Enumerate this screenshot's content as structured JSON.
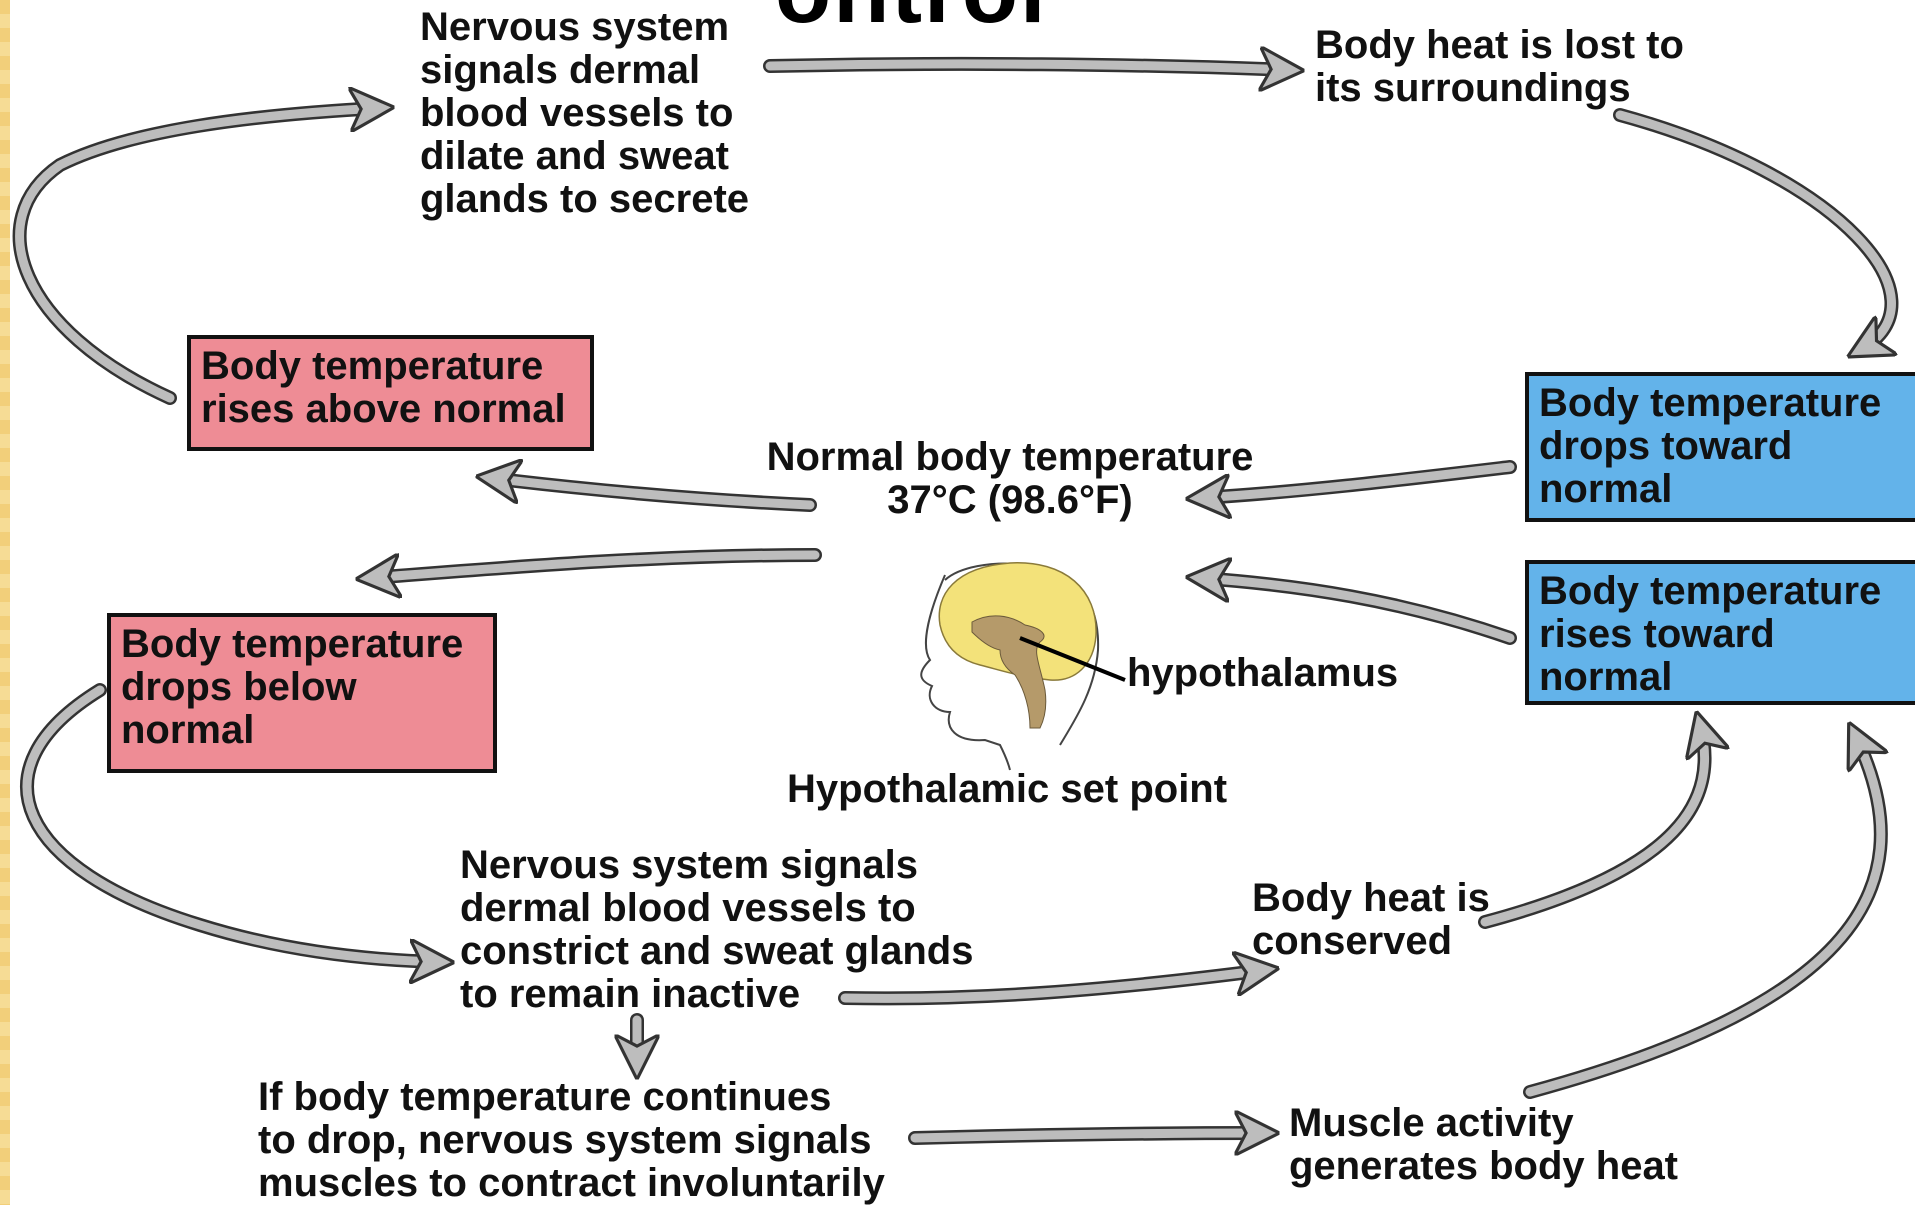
{
  "title_fragment": "ontrol",
  "texts": {
    "nervous_dilate": "Nervous system\nsignals dermal\nblood vessels to\ndilate and sweat\nglands to secrete",
    "heat_lost": "Body heat is lost to\nits surroundings",
    "rises_above": "Body temperature\nrises above normal",
    "normal_temp": "Normal body temperature\n37°C (98.6°F)",
    "drops_toward": "Body temperature\ndrops toward\nnormal",
    "rises_toward": "Body temperature\nrises toward\nnormal",
    "drops_below": "Body temperature\ndrops below\nnormal",
    "hypothalamus": "hypothalamus",
    "set_point": "Hypothalamic set point",
    "nervous_constrict": "Nervous system signals\ndermal blood vessels to\nconstrict and sweat glands\nto remain inactive",
    "heat_conserved": "Body heat is\nconserved",
    "continues_drop": "If body temperature continues\nto drop, nervous system signals\nmuscles to contract involuntarily",
    "muscle_activity": "Muscle activity\ngenerates body heat"
  },
  "colors": {
    "red_box": "#ee8c95",
    "blue_box": "#63b3ea",
    "arrow_fill": "#bdbdbd",
    "arrow_stroke": "#333333",
    "head_fill": "#f3e27a",
    "brainstem": "#b59a6a"
  }
}
